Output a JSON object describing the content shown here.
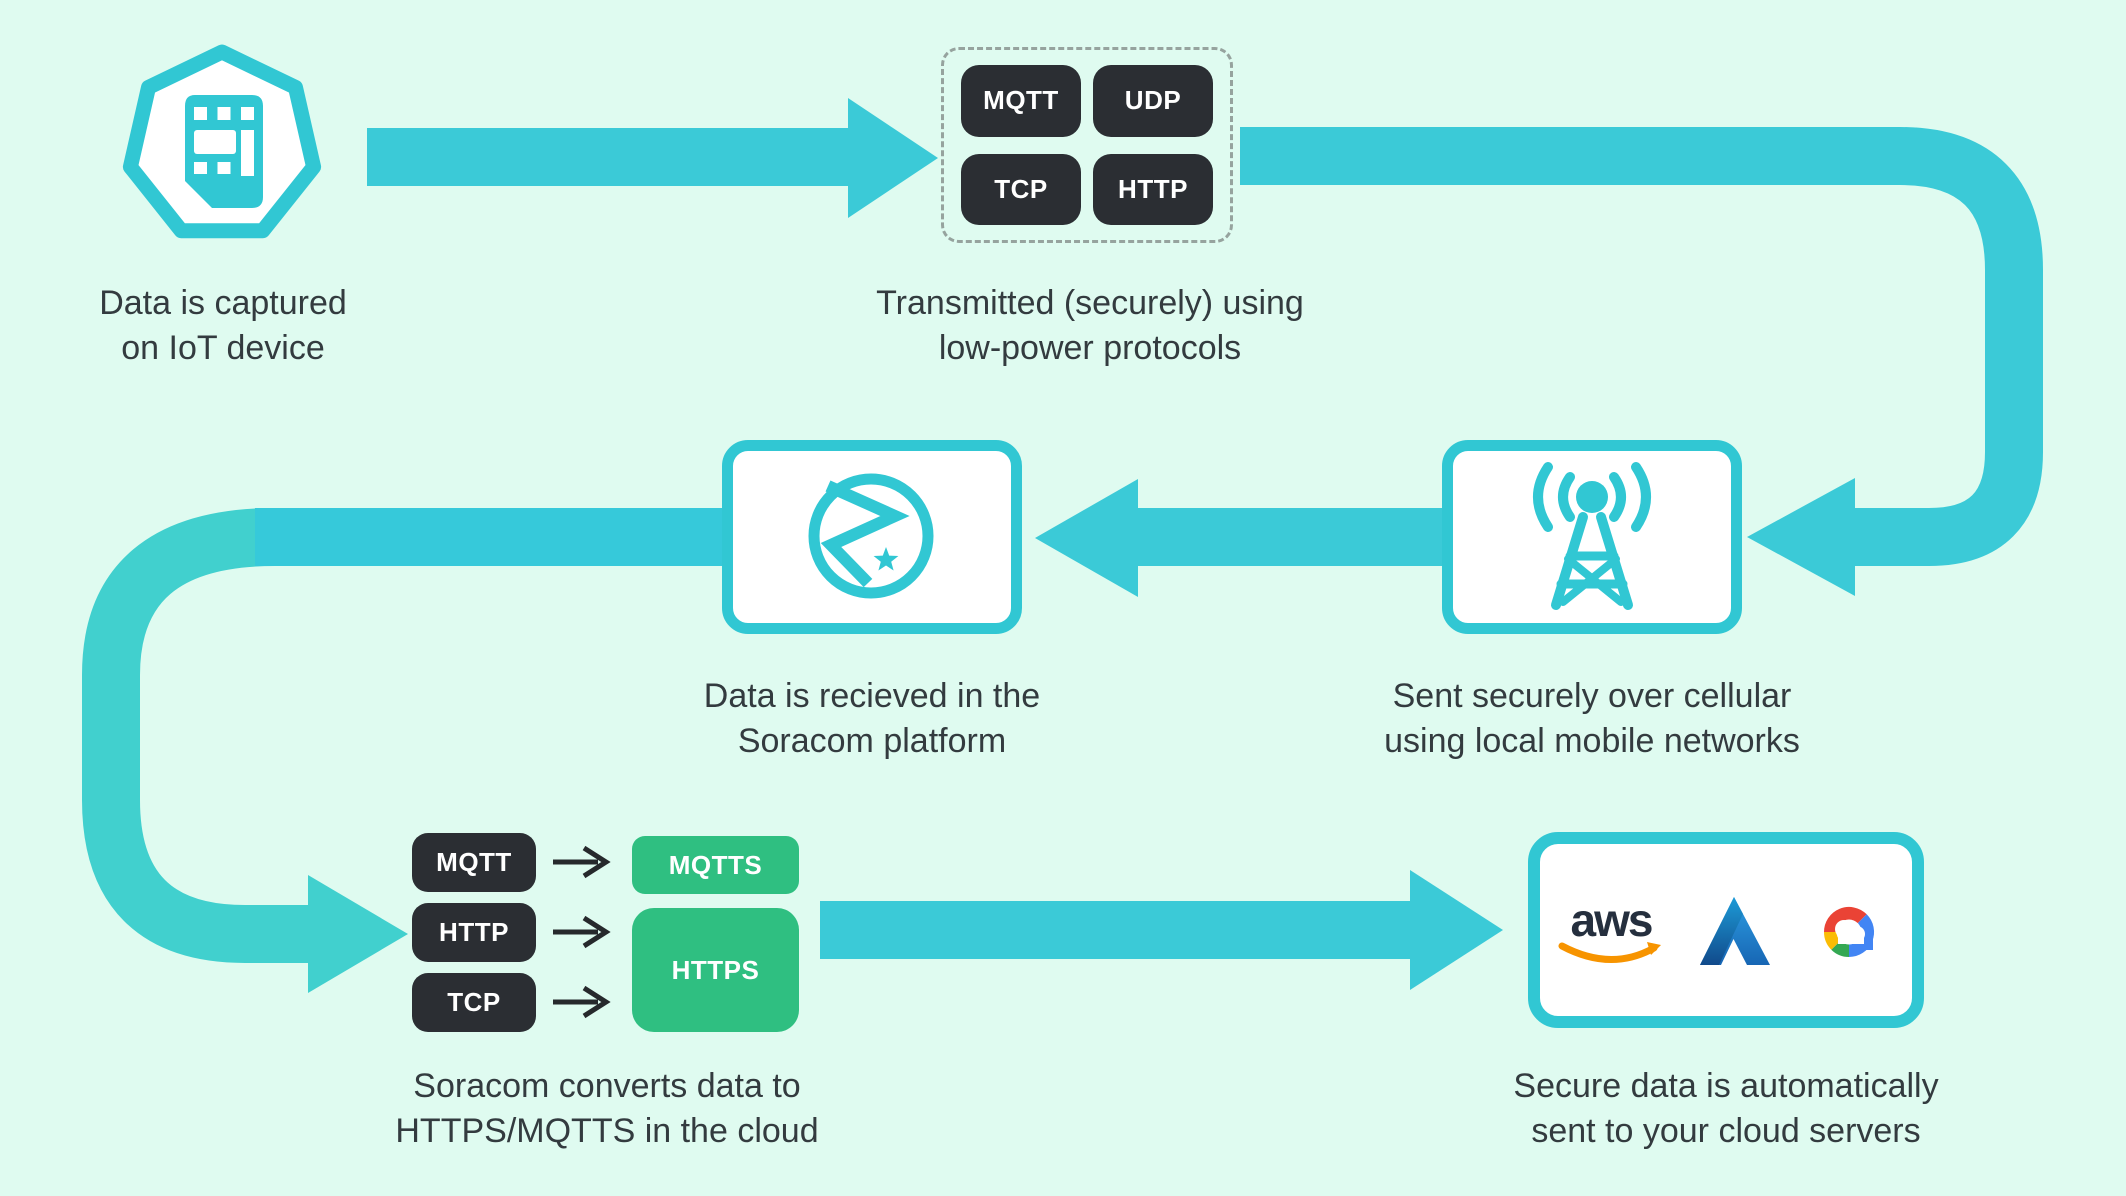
{
  "title": "IoT data flow through the Soracom platform",
  "colors": {
    "bg": "#DFFBF0",
    "arrow": "#3BCAD7",
    "arrow_dark": "#36C9DA",
    "arrow_alt": "#41D0CE",
    "icon": "#31C7D3",
    "pill_dark": "#2B2E33",
    "pill_green": "#2FBF81",
    "text": "#333B3F",
    "dash": "#96A39E",
    "aws_navy": "#252F3E",
    "aws_orange": "#F79400",
    "azure_dark": "#114A8B",
    "azure_light": "#2E9FE3",
    "g_blue": "#4285F4",
    "g_red": "#EA4335",
    "g_yellow": "#FBBC05",
    "g_green": "#34A853"
  },
  "steps": {
    "device": {
      "line1": "Data is captured",
      "line2": "on IoT device"
    },
    "transmit": {
      "line1": "Transmitted (securely) using",
      "line2": "low-power protocols"
    },
    "cellular": {
      "line1": "Sent securely over cellular",
      "line2": "using local mobile networks"
    },
    "soracom": {
      "line1": "Data is recieved in the",
      "line2": "Soracom platform"
    },
    "convert": {
      "line1": "Soracom converts data to",
      "line2": "HTTPS/MQTTS in the cloud"
    },
    "cloud": {
      "line1": "Secure data is automatically",
      "line2": "sent to your cloud servers"
    }
  },
  "protocol_box": {
    "pills": [
      "MQTT",
      "UDP",
      "TCP",
      "HTTP"
    ]
  },
  "convert_group": {
    "sources": [
      "MQTT",
      "HTTP",
      "TCP"
    ],
    "targets": [
      "MQTTS",
      "HTTPS"
    ]
  },
  "cloud_box": {
    "aws_label": "aws",
    "providers": [
      "aws",
      "azure",
      "google-cloud"
    ]
  }
}
